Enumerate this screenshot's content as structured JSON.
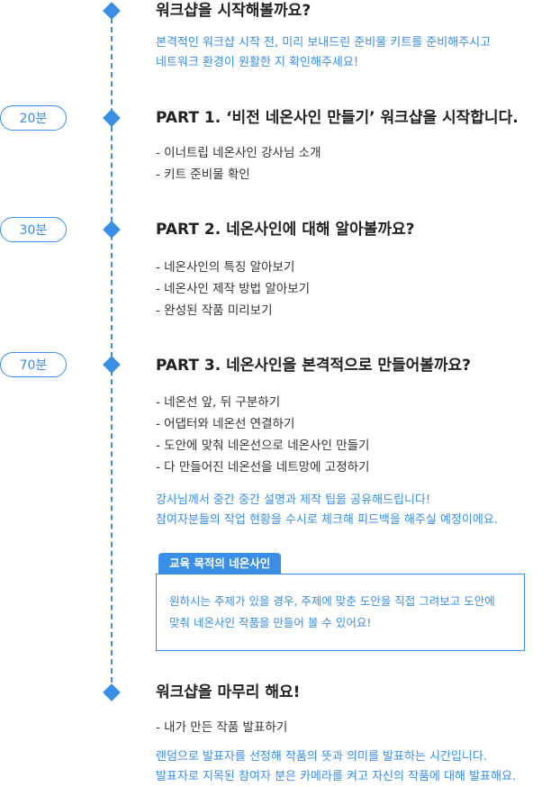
{
  "colors": {
    "accent": "#3a8ee6",
    "title": "#222222",
    "text": "#333333",
    "background": "#ffffff"
  },
  "timeline": {
    "intro": {
      "title": "워크샵을 시작해볼까요?",
      "notes": [
        "본격적인 워크샵 시작 전, 미리 보내드린 준비물 키트를 준비해주시고",
        "네트워크 환경이 원활한 지 확인해주세요!"
      ]
    },
    "part1": {
      "duration": "20분",
      "title": "PART 1. ‘비전 네온사인 만들기’ 워크샵을 시작합니다.",
      "bullets": [
        "- 이너트립 네온사인 강사님 소개",
        "- 키트 준비물 확인"
      ]
    },
    "part2": {
      "duration": "30분",
      "title": "PART 2. 네온사인에 대해 알아볼까요?",
      "bullets": [
        "- 네온사인의 특징 알아보기",
        "- 네온사인 제작 방법 알아보기",
        "- 완성된 작품 미리보기"
      ]
    },
    "part3": {
      "duration": "70분",
      "title": "PART 3. 네온사인을 본격적으로 만들어볼까요?",
      "bullets": [
        "- 네온선 앞, 뒤 구분하기",
        "- 어댑터와 네온선 연결하기",
        "- 도안에 맞춰 네온선으로 네온사인 만들기",
        "-  다 만들어진 네온선을 네트망에 고정하기"
      ],
      "notes": [
        "강사님께서 중간 중간 설명과 제작 팁을 공유해드립니다!",
        "참여자분들의 작업 현황을 수시로 체크해 피드백을 해주실 예정이에요."
      ],
      "callout": {
        "tab": "교육 목적의 네온사인",
        "lines": [
          "원하시는 주제가 있을 경우, 주제에 맞춘 도안을 직접 그려보고 도안에",
          "맞춰 네온사인 작품을 만들어 볼 수 있어요!"
        ]
      }
    },
    "outro": {
      "title": "워크샵을 마무리 해요!",
      "bullets": [
        "- 내가 만든 작품 발표하기"
      ],
      "notes": [
        "랜덤으로 발표자를 선정해 작품의 뜻과 의미를 발표하는 시간입니다.",
        "발표자로 지목된 참여자 분은 카메라를 켜고 자신의 작품에 대해 발표해요."
      ]
    }
  }
}
